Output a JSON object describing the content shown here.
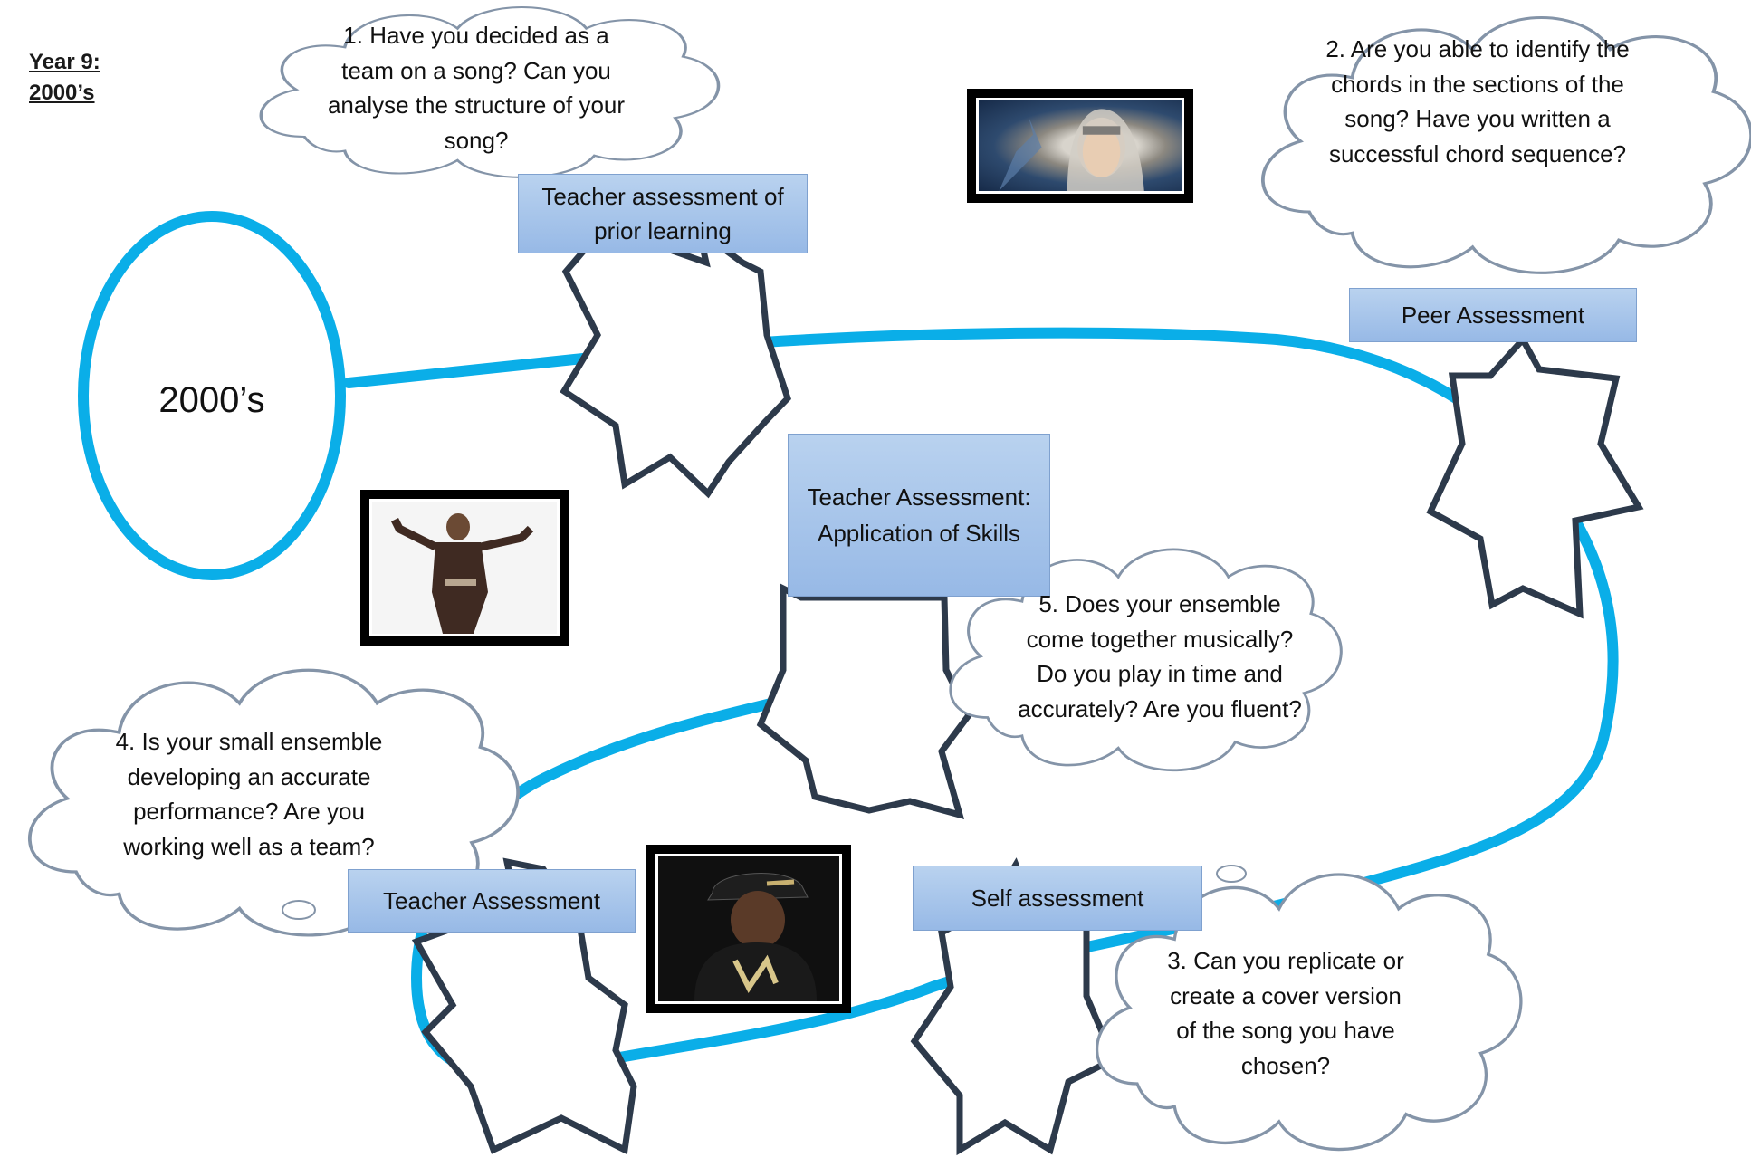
{
  "header": {
    "title": "Year 9:\n2000’s"
  },
  "hub": {
    "label": "2000’s"
  },
  "stages": [
    {
      "box_label": "Teacher assessment of prior learning",
      "cloud_text": "1. Have you decided as a team on a song? Can you analyse the structure of your song?"
    },
    {
      "box_label": "Peer Assessment",
      "cloud_text": "2. Are you able to identify the chords in the sections of the song? Have you written a successful chord sequence?"
    },
    {
      "box_label": "Self assessment",
      "cloud_text": "3. Can you replicate or create a cover version of the song you have chosen?"
    },
    {
      "box_label": "Teacher Assessment",
      "cloud_text": "4. Is your small ensemble developing an accurate performance? Are you working well as a team?"
    },
    {
      "box_label": "Teacher Assessment: Application of Skills",
      "cloud_text": "5. Does your ensemble come together musically? Do you play in time and accurately? Are you fluent?"
    }
  ],
  "photos": [
    {
      "name": "artist-photo-hooded",
      "icon": "person-photo-icon"
    },
    {
      "name": "artist-photo-posing",
      "icon": "person-photo-icon"
    },
    {
      "name": "artist-photo-cap",
      "icon": "person-photo-icon"
    }
  ],
  "colors": {
    "path": "#0aaee8",
    "star_outline": "#2d3a4b",
    "box_fill": "#a9c6ec",
    "cloud_outline": "#8494a8"
  }
}
